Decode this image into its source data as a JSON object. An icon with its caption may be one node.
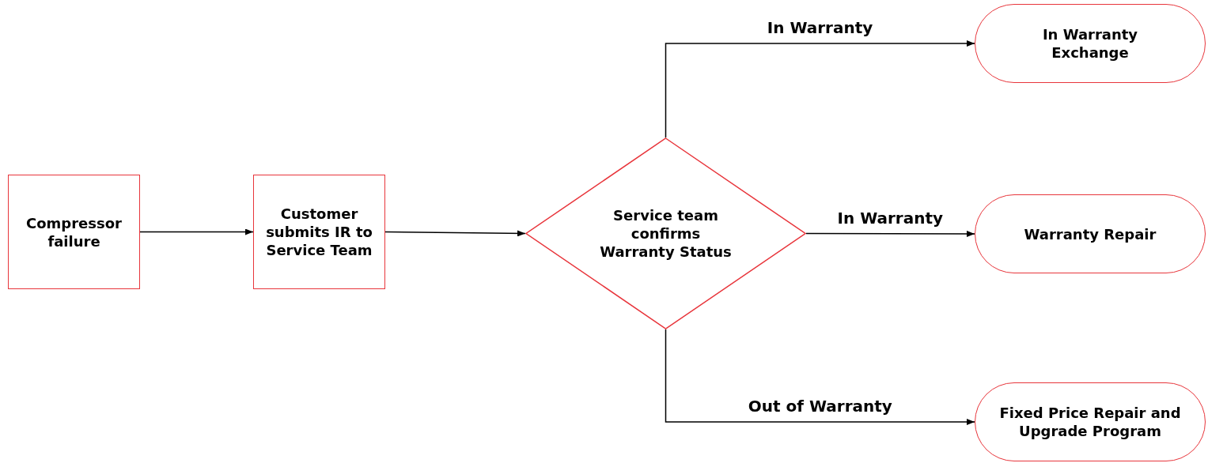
{
  "diagram": {
    "nodes": [
      {
        "text": [
          "Compressor failure"
        ]
      },
      {
        "text": [
          "Customer submits IR to Service Team"
        ]
      },
      {
        "text": [
          "Service team confirms Warranty Status"
        ]
      },
      {
        "text": [
          "In Warranty Exchange"
        ]
      },
      {
        "text": [
          "Warranty Repair"
        ]
      },
      {
        "text": [
          "Fixed Price Repair and Upgrade Program"
        ]
      }
    ],
    "edges": [
      {
        "from": 0,
        "to": 1,
        "arrow": "to"
      },
      {
        "from": 1,
        "to": 2,
        "arrow": "to"
      },
      {
        "from": 2,
        "to": 3,
        "arrow": "to",
        "label": "In Warranty"
      },
      {
        "from": 2,
        "to": 4,
        "arrow": "to",
        "label": "In Warranty"
      },
      {
        "from": 2,
        "to": 5,
        "arrow": "to",
        "label": "Out of Warranty"
      }
    ]
  }
}
